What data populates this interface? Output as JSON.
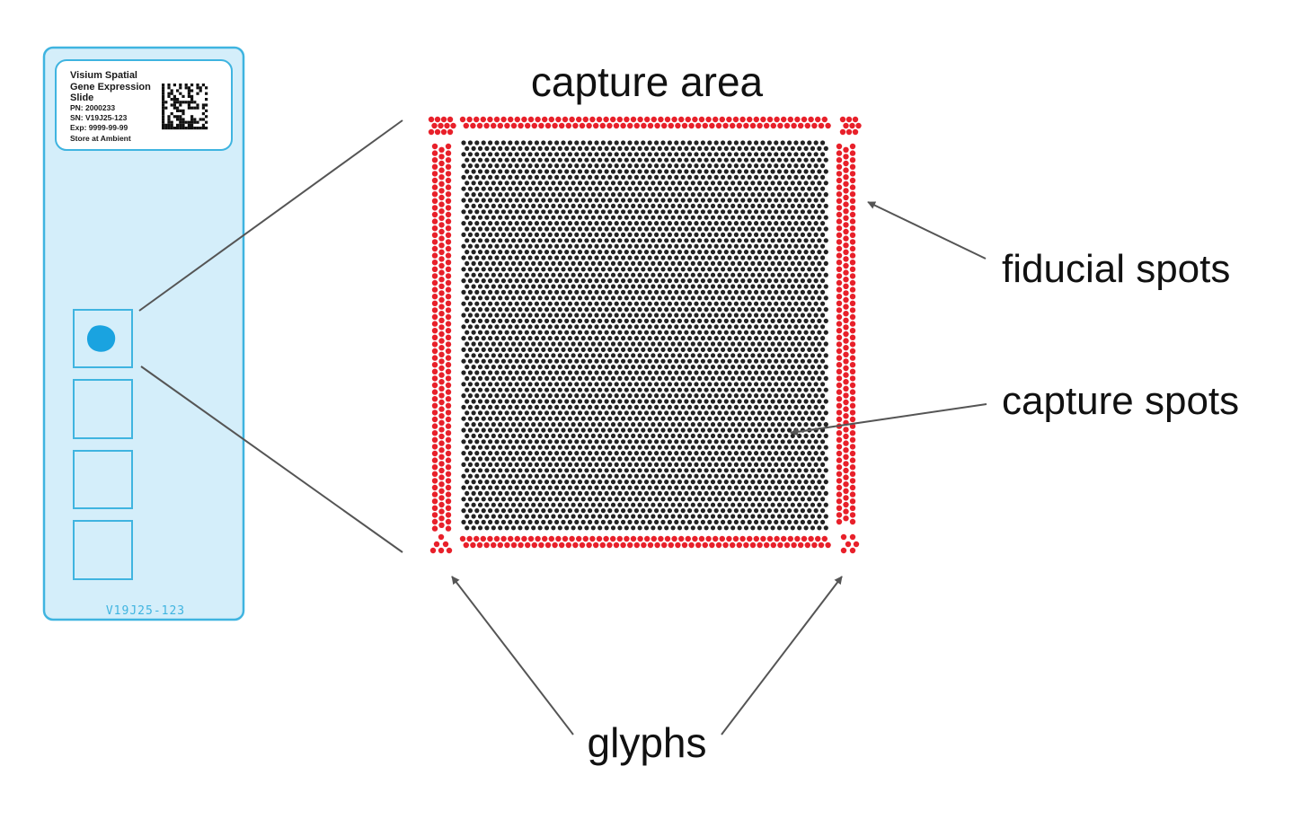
{
  "labels": {
    "capture_area": "capture area",
    "fiducial_spots": "fiducial spots",
    "capture_spots": "capture spots",
    "glyphs": "glyphs"
  },
  "slide": {
    "label_lines": [
      "Visium Spatial",
      "Gene Expression",
      "Slide",
      "PN:  2000233",
      "SN:  V19J25-123",
      "Exp: 9999-99-99",
      "Store at Ambient"
    ],
    "serial_footer": "V19J25-123",
    "capture_area_count": 4
  },
  "colors": {
    "slide_fill": "#d4eefa",
    "slide_border": "#3fb4e0",
    "tissue": "#1aa3e0",
    "fiducial": "#e8202a",
    "capture_spot": "#222222",
    "arrow": "#555555"
  },
  "icons": {
    "tissue": "tissue-blob-icon",
    "barcode": "2d-barcode-icon"
  }
}
